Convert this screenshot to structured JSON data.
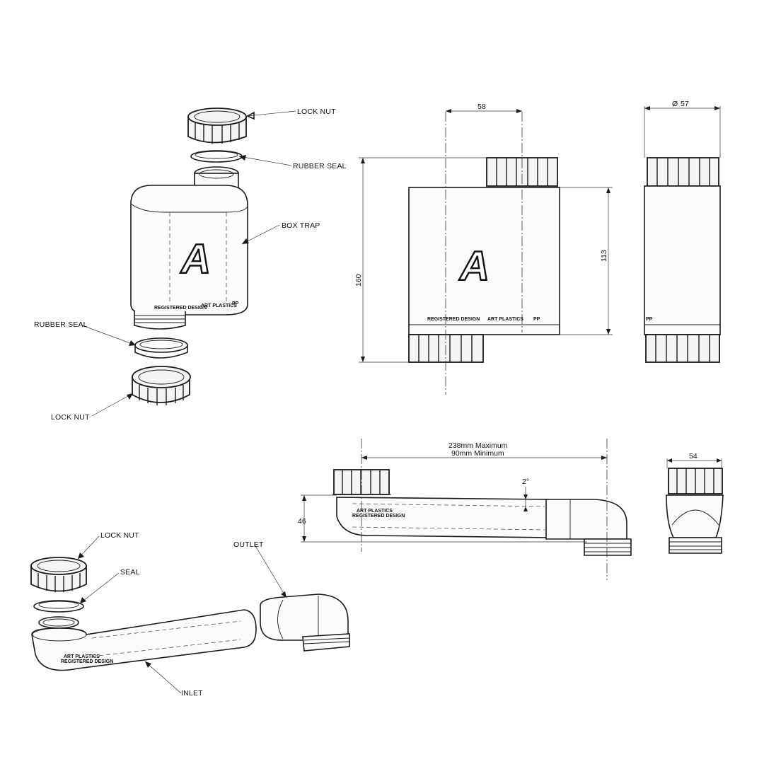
{
  "callouts": {
    "exploded_box_trap": {
      "lock_nut_top": "LOCK NUT",
      "rubber_seal_top": "RUBBER SEAL",
      "box_trap": "BOX TRAP",
      "rubber_seal_bottom": "RUBBER SEAL",
      "lock_nut_bottom": "LOCK NUT"
    },
    "exploded_pipe": {
      "lock_nut": "LOCK NUT",
      "seal": "SEAL",
      "outlet": "OUTLET",
      "inlet": "INLET"
    }
  },
  "embossing": {
    "registered_design": "REGISTERED DESIGN",
    "art_plastics": "ART PLASTICS",
    "material": "PP",
    "logo_letter": "A"
  },
  "dimensions": {
    "front_width": "58",
    "diameter": "57",
    "overall_height": "160",
    "body_height": "113",
    "length_max": "238mm Maximum",
    "length_min": "90mm Minimum",
    "angle": "2°",
    "pipe_height": "46",
    "pipe_side_width": "54"
  },
  "diameter_symbol": "Ø"
}
